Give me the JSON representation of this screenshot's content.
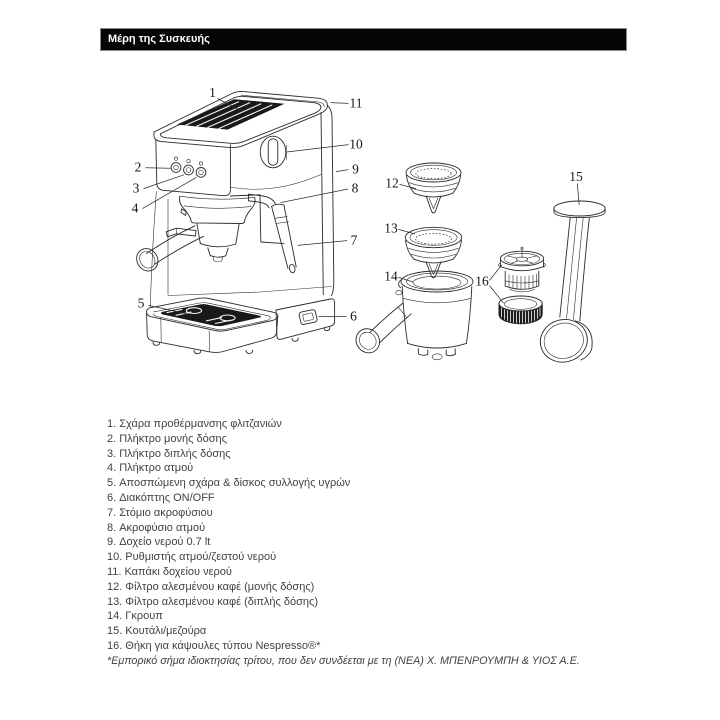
{
  "page": {
    "title_bar": "Μέρη της Συσκευής"
  },
  "parts": {
    "items": [
      {
        "num": "1.",
        "label": "Σχάρα προθέρμανσης φλιτζανιών"
      },
      {
        "num": "2.",
        "label": "Πλήκτρο μονής δόσης"
      },
      {
        "num": "3.",
        "label": "Πλήκτρο διπλής δόσης"
      },
      {
        "num": "4.",
        "label": "Πλήκτρο ατμού"
      },
      {
        "num": "5.",
        "label": "Αποσπώμενη σχάρα & δίσκος συλλογής υγρών"
      },
      {
        "num": "6.",
        "label": "Διακόπτης ON/OFF"
      },
      {
        "num": "7.",
        "label": "Στόμιο ακροφύσιου"
      },
      {
        "num": "8.",
        "label": "Ακροφύσιο ατμού"
      },
      {
        "num": "9.",
        "label": "Δοχείο νερού 0.7 lt"
      },
      {
        "num": "10.",
        "label": "Ρυθμιστής ατμού/ζεστού νερού"
      },
      {
        "num": "11.",
        "label": "Καπάκι δοχείου νερού"
      },
      {
        "num": "12.",
        "label": "Φίλτρο αλεσμένου καφέ (μονής δόσης)"
      },
      {
        "num": "13.",
        "label": "Φίλτρο αλεσμένου καφέ (διπλής δόσης)"
      },
      {
        "num": "14.",
        "label": "Γκρουπ"
      },
      {
        "num": "15.",
        "label": "Κουτάλι/μεζούρα"
      },
      {
        "num": "16.",
        "label": "Θήκη για κάψουλες τύπου Nespresso®*"
      }
    ],
    "footnote": "*Εμπορικό σήμα ιδιοκτησίας τρίτου, που δεν συνδέεται με τη (ΝΕΑ) Χ. ΜΠΕΝΡΟΥΜΠΗ & ΥΙΟΣ Α.Ε."
  },
  "diagram": {
    "callouts": [
      "1",
      "2",
      "3",
      "4",
      "5",
      "6",
      "7",
      "8",
      "9",
      "10",
      "11",
      "12",
      "13",
      "14",
      "15",
      "16"
    ]
  },
  "colors": {
    "title_bar_bg": "#050505",
    "line": "#2b2b2b",
    "text": "#414141"
  }
}
